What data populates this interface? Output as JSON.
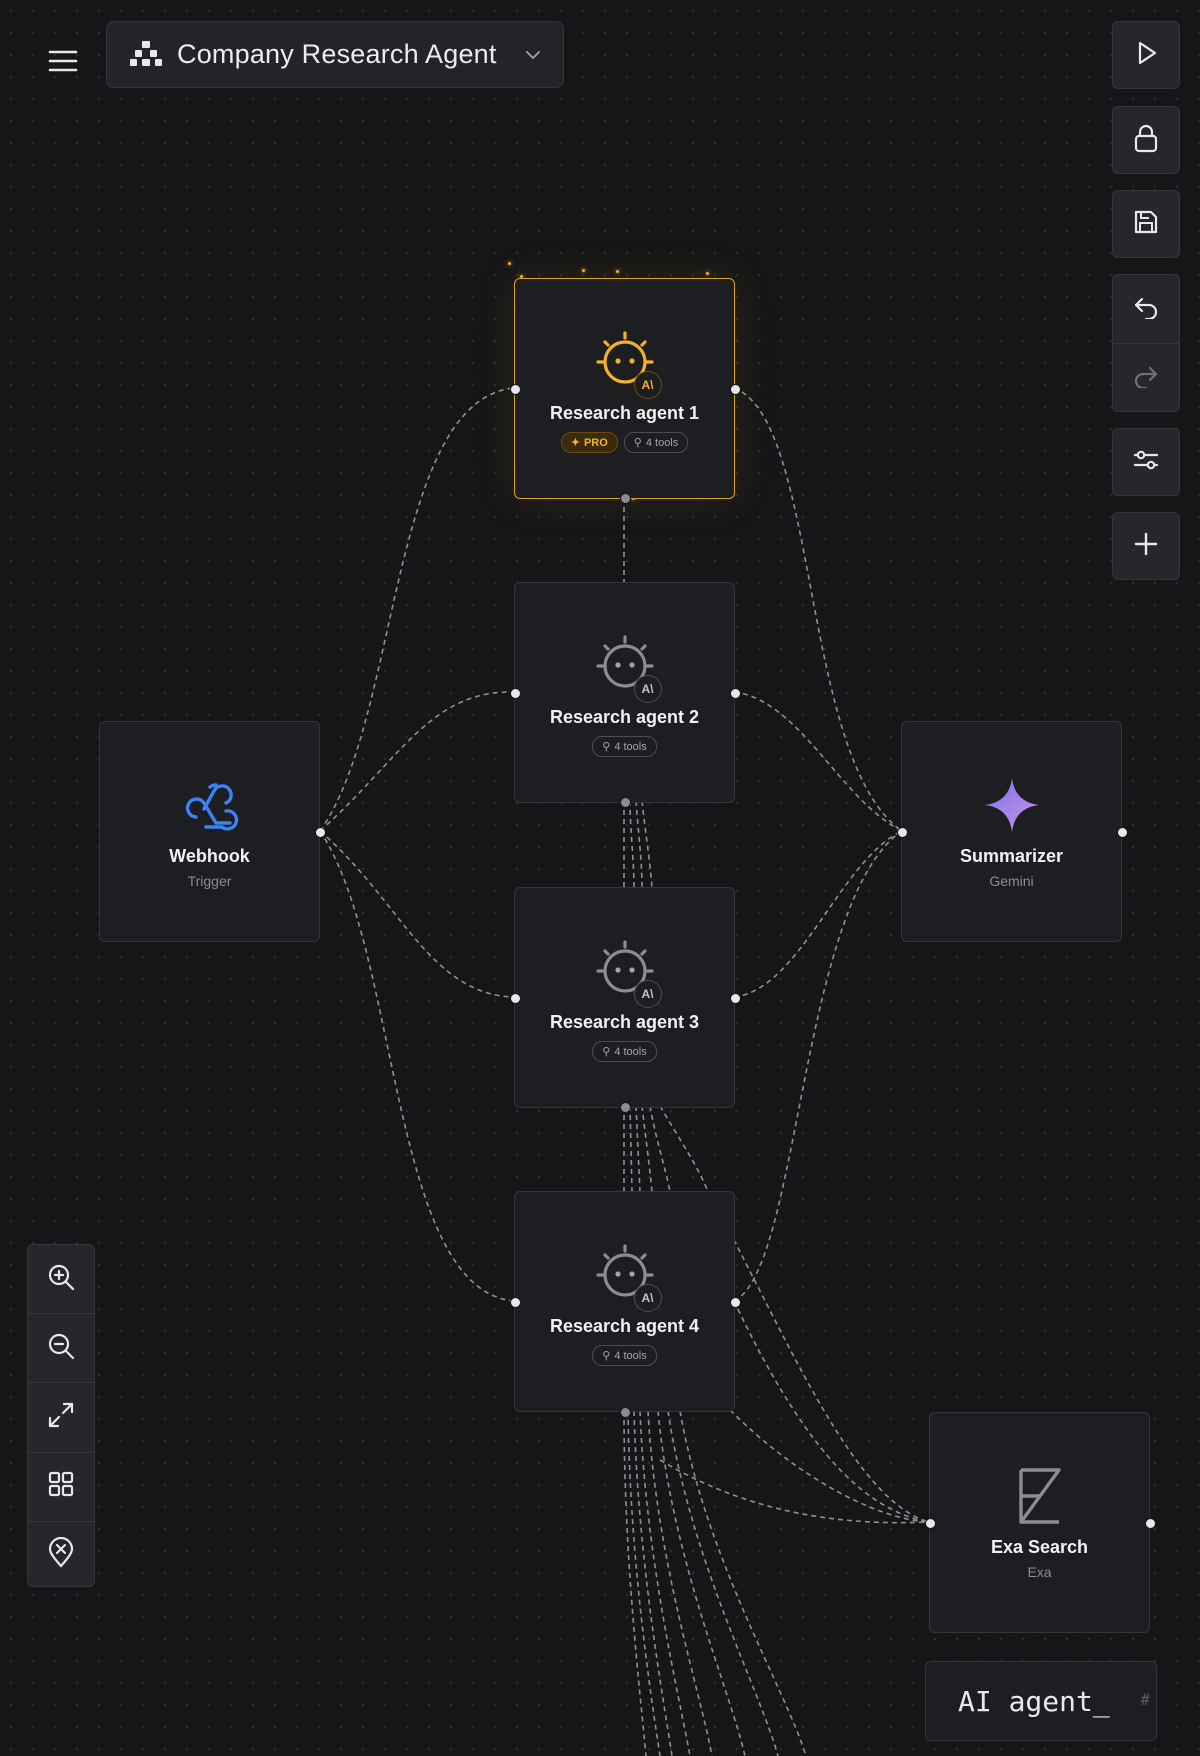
{
  "header": {
    "workflow_title": "Company Research Agent",
    "menu_icon": "hamburger-icon",
    "title_icon": "workflow-icon",
    "dropdown_icon": "chevron-down-icon"
  },
  "toolbar": {
    "buttons": [
      {
        "name": "run",
        "icon": "play-icon"
      },
      {
        "name": "lock",
        "icon": "lock-icon"
      },
      {
        "name": "save",
        "icon": "save-icon"
      },
      {
        "name": "undo",
        "icon": "undo-icon"
      },
      {
        "name": "redo",
        "icon": "redo-icon"
      },
      {
        "name": "settings",
        "icon": "sliders-icon"
      },
      {
        "name": "add-node",
        "icon": "plus-icon"
      }
    ]
  },
  "zoom_controls": {
    "buttons": [
      {
        "name": "zoom-in",
        "icon": "zoom-in-icon"
      },
      {
        "name": "zoom-out",
        "icon": "zoom-out-icon"
      },
      {
        "name": "fit-view",
        "icon": "expand-icon"
      },
      {
        "name": "auto-layout",
        "icon": "grid-icon"
      },
      {
        "name": "clear-pins",
        "icon": "map-pin-x-icon"
      }
    ]
  },
  "nodes": {
    "agent1": {
      "label": "Research agent 1",
      "pro": "PRO",
      "tools": "4 tools",
      "ai_badge": "A\\"
    },
    "agent2": {
      "label": "Research agent 2",
      "tools": "4 tools",
      "ai_badge": "A\\"
    },
    "agent3": {
      "label": "Research agent 3",
      "tools": "4 tools",
      "ai_badge": "A\\"
    },
    "agent4": {
      "label": "Research agent 4",
      "tools": "4 tools",
      "ai_badge": "A\\"
    },
    "webhook": {
      "label": "Webhook",
      "sub": "Trigger"
    },
    "summarizer": {
      "label": "Summarizer",
      "sub": "Gemini"
    },
    "exa": {
      "label": "Exa Search",
      "sub": "Exa"
    }
  },
  "ai_chip": {
    "text": "AI agent_",
    "hash": "#"
  },
  "colors": {
    "background": "#151618",
    "node_bg": "#1d1e21",
    "node_border": "#34363b",
    "active_accent": "#d9a21f",
    "webhook_blue": "#3b82f6",
    "gemini_purple": "#a78bfa",
    "edge": "#9a9ca2"
  }
}
